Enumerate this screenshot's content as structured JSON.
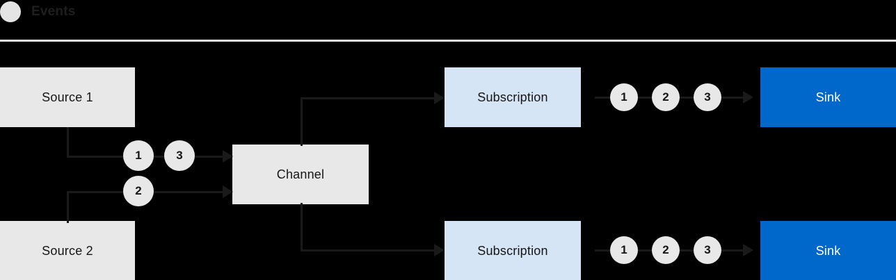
{
  "legend": {
    "dot_icon": "event-dot-icon",
    "label": "Events",
    "dot_color": "#e4e4e4"
  },
  "divider_color": "#e9e9e9",
  "colors": {
    "background": "#000000",
    "source_fill": "#e8e8e8",
    "channel_fill": "#e8e8e8",
    "subscription_fill": "#d6e5f5",
    "sink_fill": "#0067cb",
    "sink_text": "#ffffff",
    "node_text": "#151515",
    "wire": "#1a1a1a",
    "token_fill": "#e8e8e8",
    "token_text": "#151515"
  },
  "nodes": {
    "source_1": {
      "label": "Source 1"
    },
    "source_2": {
      "label": "Source 2"
    },
    "channel": {
      "label": "Channel"
    },
    "subscription_top": {
      "label": "Subscription"
    },
    "subscription_bottom": {
      "label": "Subscription"
    },
    "sink_top": {
      "label": "Sink"
    },
    "sink_bottom": {
      "label": "Sink"
    }
  },
  "tokens": {
    "source1_out": "1",
    "source1_extra": "3",
    "source2_out": "2",
    "sink_top_queue": [
      "1",
      "2",
      "3"
    ],
    "sink_bottom_queue": [
      "1",
      "2",
      "3"
    ]
  }
}
